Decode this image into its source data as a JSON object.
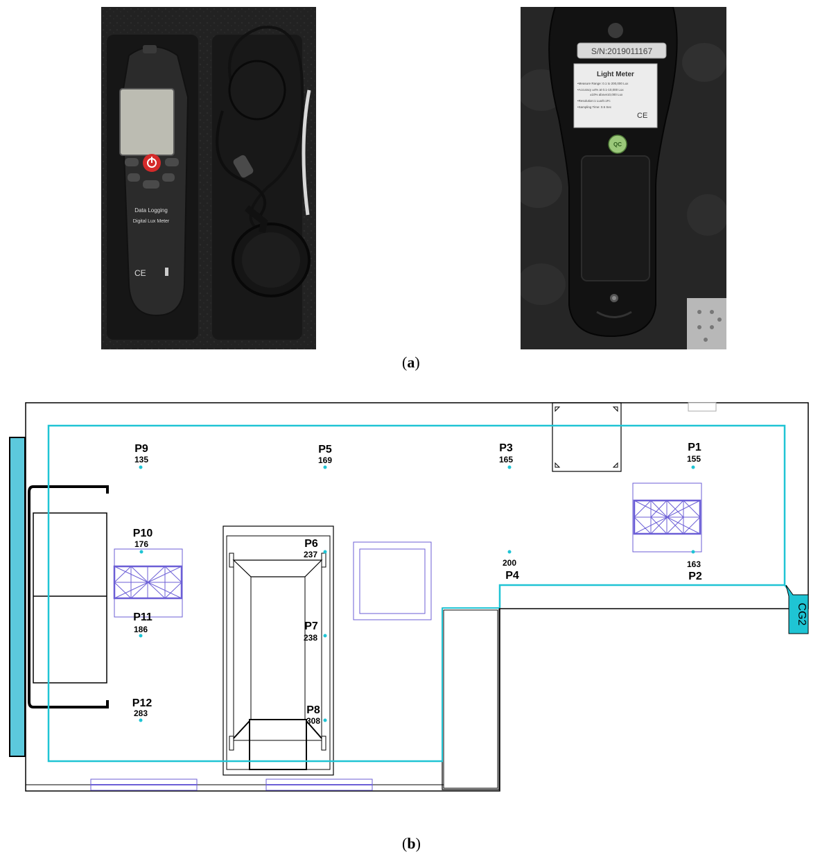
{
  "captions": {
    "a": "(a)",
    "a_letter": "a",
    "b": "(b)",
    "b_letter": "b"
  },
  "photo_left": {
    "device_text_line1": "Data Logging",
    "device_text_line2": "Digital Lux Meter",
    "ce_mark": "CE"
  },
  "photo_right": {
    "serial": "S/N:2019011167",
    "label_title": "Light Meter",
    "label_lines": [
      "•Measure Range: 0.1 to 200,000 Lux",
      "•Accuracy ±4% at 0.1-10,000 Lux",
      "±10% above10,000 Lux",
      "•Resolution:1 Lux/0.1Fc",
      "•Sampling Time: 0.5 Sec"
    ],
    "ce_mark": "CE",
    "qc_badge": "QC"
  },
  "floor_plan": {
    "colors": {
      "cable": "#1fc4d4",
      "furniture": "#6b5ed6",
      "walls": "#000000",
      "window": "#5cc9dd"
    },
    "points": [
      {
        "id": "p1",
        "label": "P1",
        "value": "155"
      },
      {
        "id": "p2",
        "label": "P2",
        "value": "163"
      },
      {
        "id": "p3",
        "label": "P3",
        "value": "165"
      },
      {
        "id": "p4",
        "label": "P4",
        "value": "200"
      },
      {
        "id": "p5",
        "label": "P5",
        "value": "169"
      },
      {
        "id": "p6",
        "label": "P6",
        "value": "237"
      },
      {
        "id": "p7",
        "label": "P7",
        "value": "238"
      },
      {
        "id": "p8",
        "label": "P8",
        "value": "308"
      },
      {
        "id": "p9",
        "label": "P9",
        "value": "135"
      },
      {
        "id": "p10",
        "label": "P10",
        "value": "176"
      },
      {
        "id": "p11",
        "label": "P11",
        "value": "186"
      },
      {
        "id": "p12",
        "label": "P12",
        "value": "283"
      }
    ],
    "sensor_tag": "CG2"
  }
}
